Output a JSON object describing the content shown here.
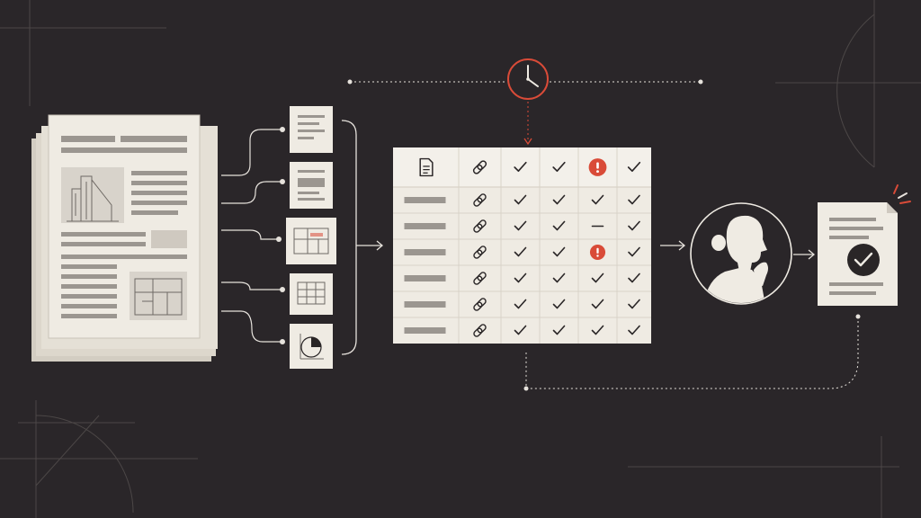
{
  "colors": {
    "background": "#2a2629",
    "paper": "#efebe3",
    "paper_edge": "#d9d3c8",
    "ink": "#2a2627",
    "placeholder_bar": "#9b9690",
    "line": "#e6e2dc",
    "accent_red": "#d94b38",
    "guide_line": "#5a5558"
  },
  "icons": {
    "timer": "clock-icon",
    "table_header": [
      "document-icon",
      "link-icon",
      "check-icon",
      "check-icon",
      "alert-icon",
      "check-icon"
    ],
    "reviewer": "person-thinking-icon",
    "approved": "check-circle-icon",
    "sparkle": "sparkle-icon"
  },
  "table": {
    "rows": [
      [
        "bar",
        "link",
        "check",
        "check",
        "check",
        "check"
      ],
      [
        "bar",
        "link",
        "check",
        "check",
        "dash",
        "check"
      ],
      [
        "bar",
        "link",
        "check",
        "check",
        "alert",
        "check"
      ],
      [
        "bar",
        "link",
        "check",
        "check",
        "check",
        "check"
      ],
      [
        "bar",
        "link",
        "check",
        "check",
        "check",
        "check"
      ],
      [
        "bar",
        "link",
        "check",
        "check",
        "check",
        "check"
      ]
    ]
  },
  "extracted_items": [
    "text-snippet",
    "form-snippet",
    "drawing-snippet",
    "grid-snippet",
    "chart-snippet"
  ]
}
